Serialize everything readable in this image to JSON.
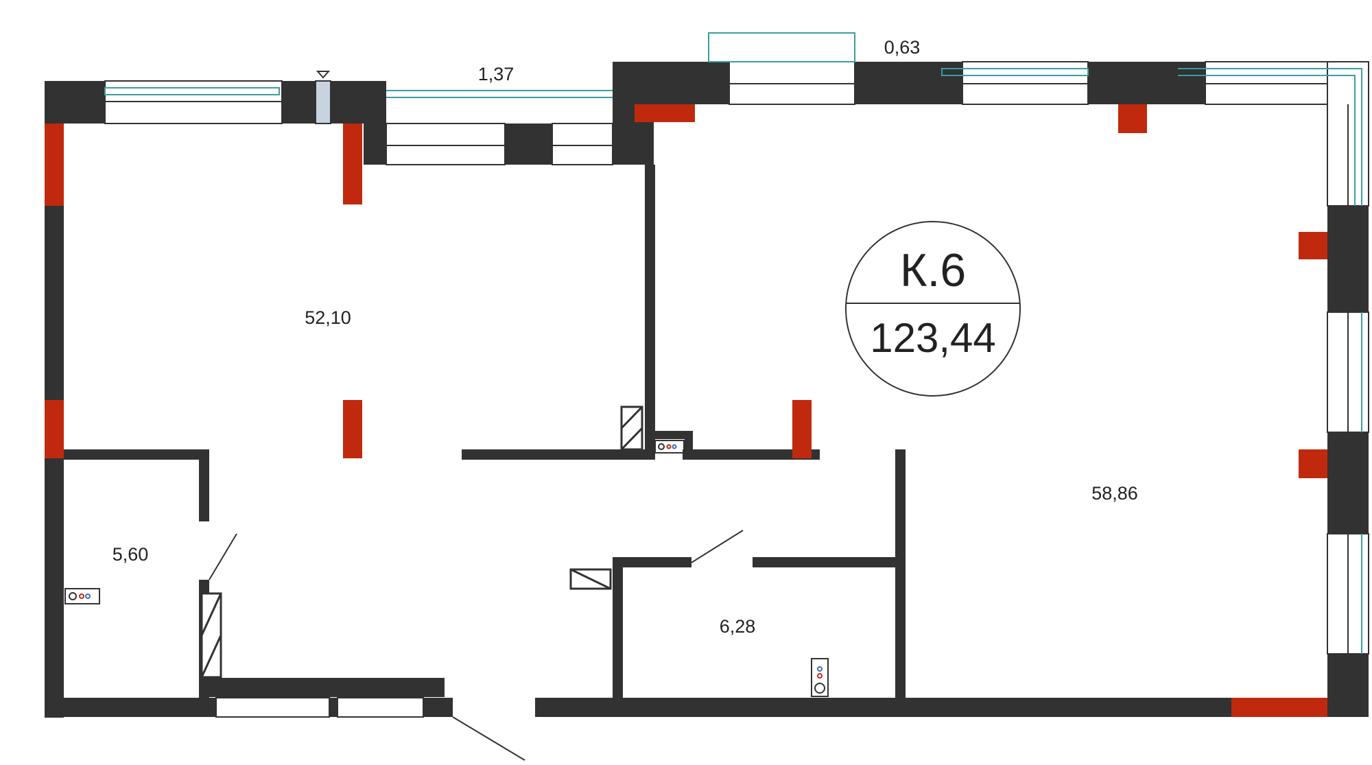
{
  "apartment": {
    "code": "К.6",
    "total_area": "123,44"
  },
  "rooms": {
    "living_left": "52,10",
    "living_right": "58,86",
    "bathroom_left": "5,60",
    "bathroom_center": "6,28"
  },
  "balconies": {
    "left": "1,37",
    "right": "0,63"
  },
  "colors": {
    "wall": "#323232",
    "column": "#c0290d",
    "glazing": "#3a9e9e",
    "riser": "#c8d3e0"
  },
  "icons": {
    "washbasin_left": "washbasin-icon",
    "toilet_center": "toilet-icon",
    "washbasin_utility": "washbasin-icon",
    "ventilation": "ventilation-shaft-icon",
    "riser": "riser-icon"
  }
}
